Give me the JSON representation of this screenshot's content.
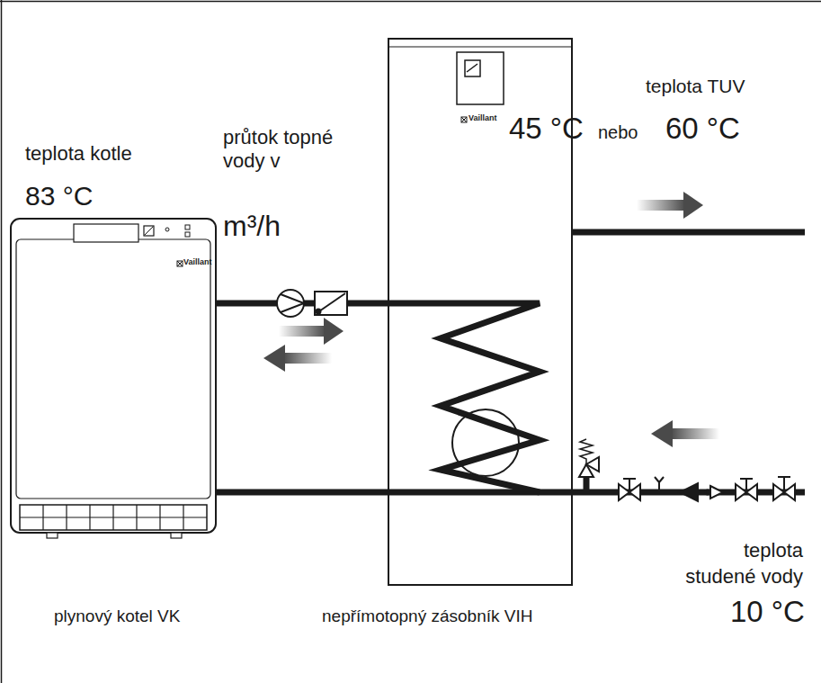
{
  "diagram": {
    "nodes": [
      {
        "text": [
          "plynový kotel VK"
        ]
      },
      {
        "text": [
          "nepřímotopný zásobník VIH"
        ]
      }
    ],
    "edges": [
      {
        "from": 0,
        "to": 1,
        "arrow": "none"
      },
      {
        "from": 1,
        "to": 0,
        "arrow": "none"
      }
    ],
    "labels": [
      "teplota TUV",
      "45 °C",
      "nebo",
      "60 °C",
      "teplota kotle",
      "83 °C",
      "průtok topné vody v",
      "m³/h",
      "teplota studené vody",
      "10 °C",
      "Vaillant",
      "Vaillant"
    ]
  }
}
